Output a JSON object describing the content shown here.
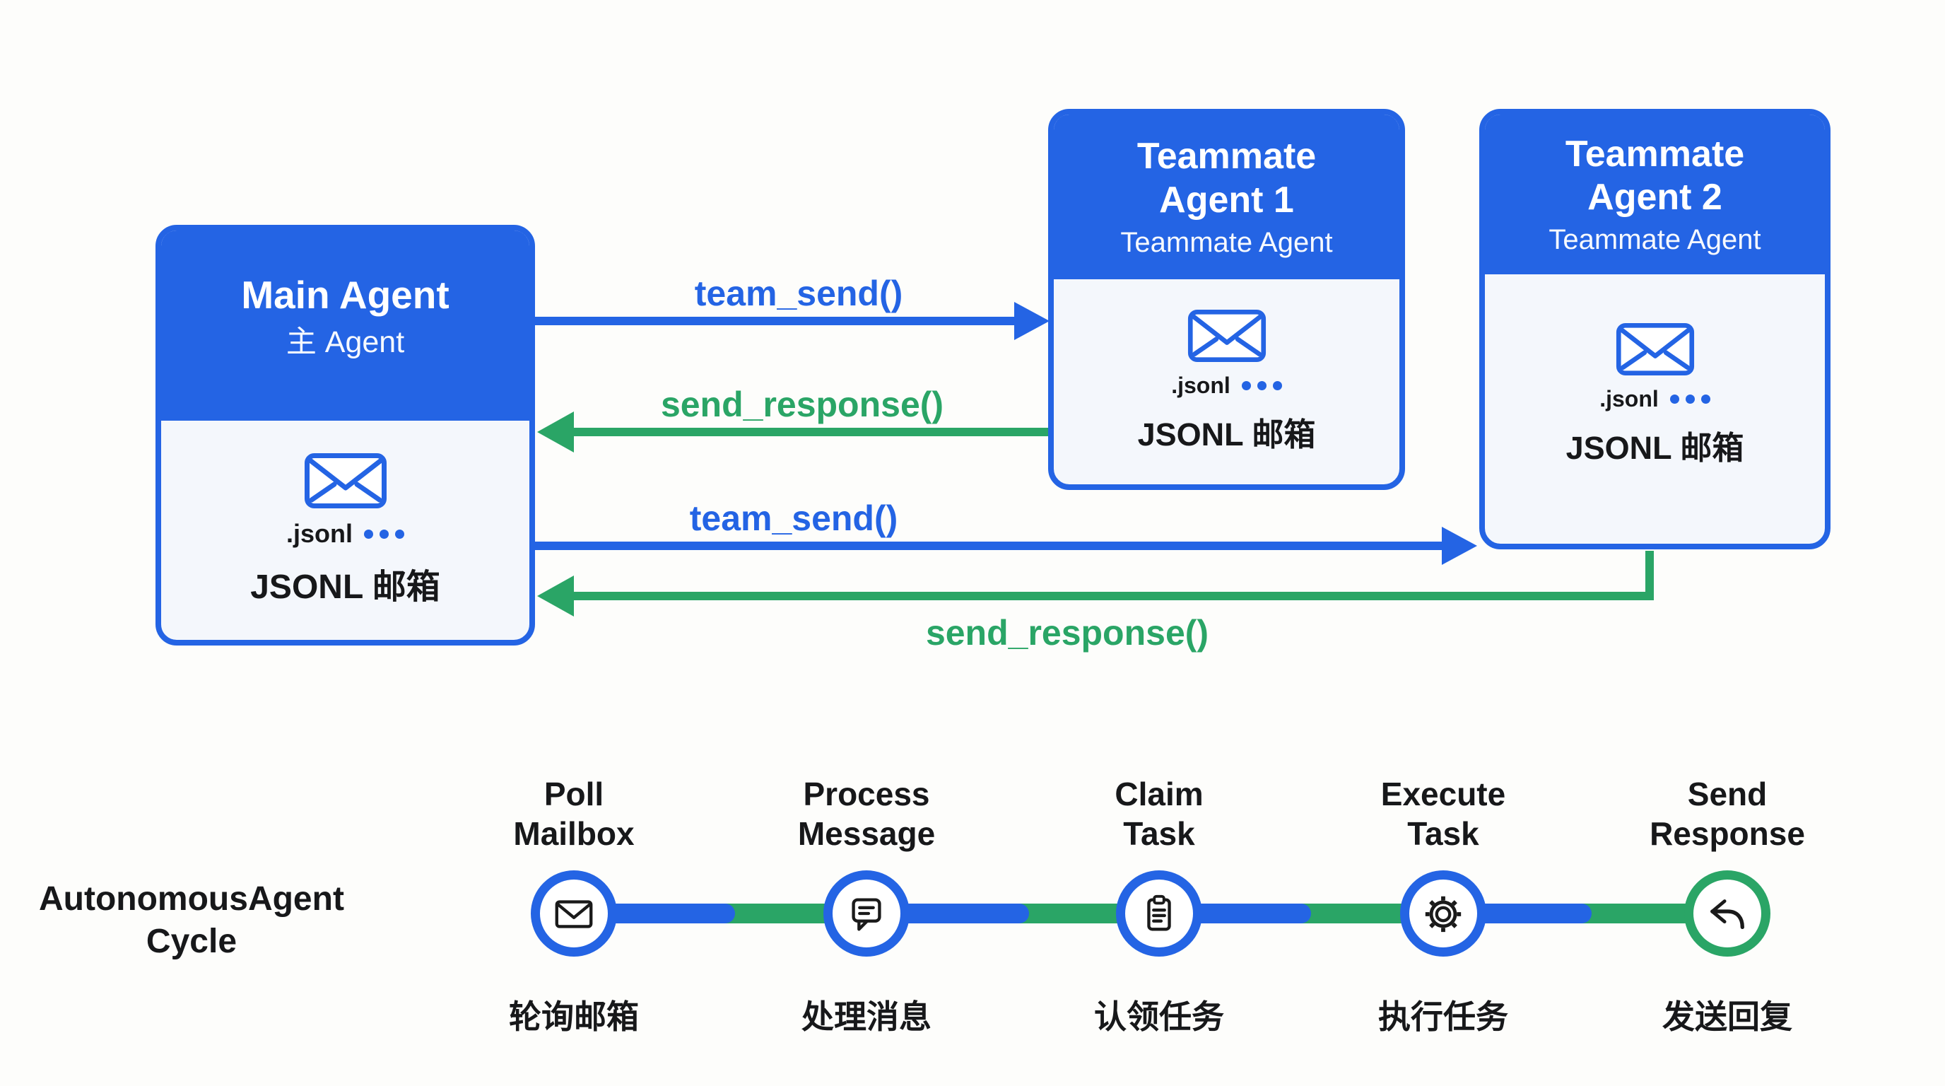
{
  "colors": {
    "blue": "#2464e4",
    "green": "#2aa566",
    "ink": "#17181a",
    "box_body": "#f4f7fc",
    "page_bg": "#fdfdfb"
  },
  "agents": {
    "main": {
      "title": "Main Agent",
      "subtitle": "主 Agent",
      "file_label": ".jsonl",
      "mailbox_label": "JSONL 邮箱"
    },
    "teammate1": {
      "title_line1": "Teammate",
      "title_line2": "Agent 1",
      "subtitle": "Teammate Agent",
      "file_label": ".jsonl",
      "mailbox_label": "JSONL 邮箱"
    },
    "teammate2": {
      "title_line1": "Teammate",
      "title_line2": "Agent 2",
      "subtitle": "Teammate Agent",
      "file_label": ".jsonl",
      "mailbox_label": "JSONL 邮箱"
    }
  },
  "arrows": {
    "team_send_to_agent1": {
      "label": "team_send()",
      "color": "#2464e4",
      "direction": "right"
    },
    "send_response_from_agent1": {
      "label": "send_response()",
      "color": "#2aa566",
      "direction": "left"
    },
    "team_send_to_agent2": {
      "label": "team_send()",
      "color": "#2464e4",
      "direction": "right"
    },
    "send_response_from_agent2": {
      "label": "send_response()",
      "color": "#2aa566",
      "direction": "left"
    }
  },
  "cycle": {
    "label_line1": "AutonomousAgent",
    "label_line2": "Cycle",
    "steps": [
      {
        "title_line1": "Poll",
        "title_line2": "Mailbox",
        "label_zh": "轮询邮箱",
        "icon": "envelope-icon",
        "ring_color": "blue"
      },
      {
        "title_line1": "Process",
        "title_line2": "Message",
        "label_zh": "处理消息",
        "icon": "chat-bubble-icon",
        "ring_color": "blue"
      },
      {
        "title_line1": "Claim",
        "title_line2": "Task",
        "label_zh": "认领任务",
        "icon": "clipboard-icon",
        "ring_color": "blue"
      },
      {
        "title_line1": "Execute",
        "title_line2": "Task",
        "label_zh": "执行任务",
        "icon": "gear-icon",
        "ring_color": "blue"
      },
      {
        "title_line1": "Send",
        "title_line2": "Response",
        "label_zh": "发送回复",
        "icon": "reply-arrow-icon",
        "ring_color": "green"
      }
    ]
  }
}
